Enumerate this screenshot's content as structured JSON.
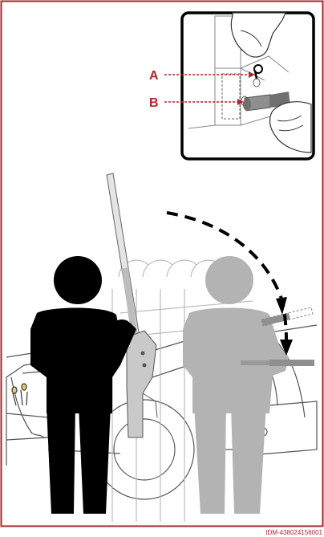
{
  "inset": {
    "callout_a": "A",
    "callout_b": "B"
  },
  "footer": {
    "image_id": "IDM-438024156001"
  },
  "colors": {
    "border": "#a3262a",
    "callout": "#b3262b",
    "operator_dark": "#000000",
    "operator_ghost": "#b3b3b3",
    "vehicle_line": "#555555"
  }
}
